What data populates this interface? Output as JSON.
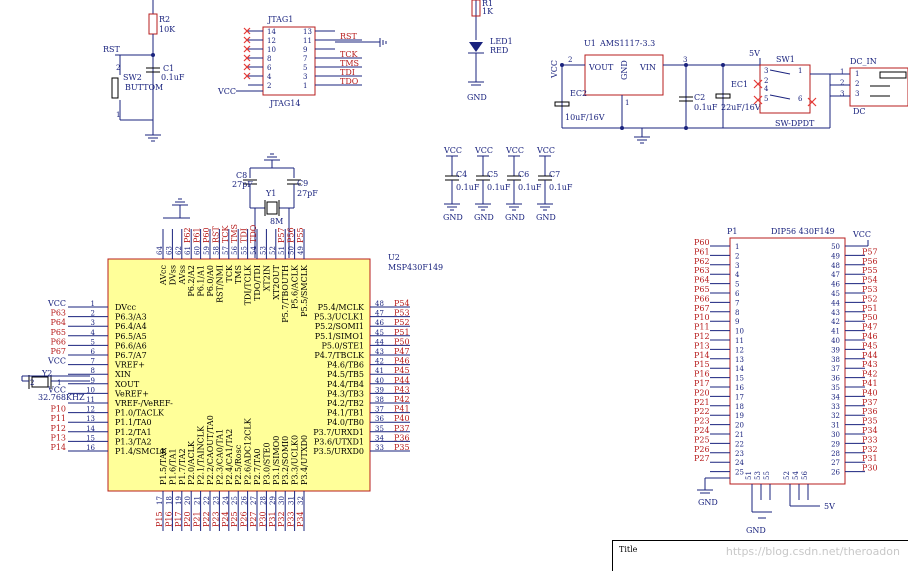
{
  "reset": {
    "net_rst": "RST",
    "r2_ref": "R2",
    "r2_val": "10K",
    "c1_ref": "C1",
    "c1_val": "0.1uF",
    "sw2_ref": "SW2",
    "sw2_name": "BUTTOM",
    "pin2": "2",
    "pin1": "1"
  },
  "led": {
    "r1_ref": "R1",
    "r1_val": "1K",
    "led_ref": "LED1",
    "led_val": "RED",
    "gnd": "GND"
  },
  "jtag": {
    "ref": "JTAG1",
    "name": "JTAG14",
    "vcc": "VCC",
    "left_pins": [
      "14",
      "12",
      "10",
      "8",
      "6",
      "4",
      "2"
    ],
    "right_pins": [
      "13",
      "11",
      "9",
      "7",
      "5",
      "3",
      "1"
    ],
    "nets": [
      "RST",
      "",
      "TCK",
      "TMS",
      "TDI",
      "TDO"
    ]
  },
  "power": {
    "u1_ref": "U1",
    "u1_val": "AMS1117-3.3",
    "vout": "VOUT",
    "gnd_pin": "GND",
    "vin": "VIN",
    "pin2": "2",
    "pin1": "1",
    "pin3": "3",
    "vcc": "VCC",
    "ec2_ref": "EC2",
    "ec2_val": "10uF/16V",
    "c2_ref": "C2",
    "c2_val": "0.1uF",
    "ec1_ref": "EC1",
    "ec1_val": "22uF/16V",
    "v5": "5V",
    "sw1_ref": "SW1",
    "sw1_name": "SW-DPDT",
    "sw_pins": [
      "3",
      "2",
      "1",
      "4",
      "5",
      "6"
    ],
    "dc_ref": "DC_IN",
    "dc_name": "DC",
    "dc_pins": [
      "1",
      "2",
      "3"
    ]
  },
  "decoupling": {
    "vcc": "VCC",
    "gnd": "GND",
    "caps": [
      {
        "ref": "C4",
        "val": "0.1uF"
      },
      {
        "ref": "C5",
        "val": "0.1uF"
      },
      {
        "ref": "C6",
        "val": "0.1uF"
      },
      {
        "ref": "C7",
        "val": "0.1uF"
      }
    ]
  },
  "crystal": {
    "c8_ref": "C8",
    "c8_val": "27pF",
    "c9_ref": "C9",
    "c9_val": "27pF",
    "y1_ref": "Y1",
    "y1_val": "8M",
    "y2_ref": "Y2",
    "y2_val": "32.768KHZ",
    "y2_pins": [
      "2",
      "1"
    ],
    "vcc": "VCC"
  },
  "mcu": {
    "ref": "U2",
    "name": "MSP430F149",
    "left": [
      {
        "n": "1",
        "name": "DVcc",
        "net": "VCC"
      },
      {
        "n": "2",
        "name": "P6.3/A3",
        "net": "P63"
      },
      {
        "n": "3",
        "name": "P6.4/A4",
        "net": "P64"
      },
      {
        "n": "4",
        "name": "P6.5/A5",
        "net": "P65"
      },
      {
        "n": "5",
        "name": "P6.6/A6",
        "net": "P66"
      },
      {
        "n": "6",
        "name": "P6.7/A7",
        "net": "P67"
      },
      {
        "n": "7",
        "name": "VREF+",
        "net": "VCC"
      },
      {
        "n": "8",
        "name": "XIN",
        "net": ""
      },
      {
        "n": "9",
        "name": "XOUT",
        "net": ""
      },
      {
        "n": "10",
        "name": "VeREF+",
        "net": "VCC"
      },
      {
        "n": "11",
        "name": "VREF-/VeREF-",
        "net": ""
      },
      {
        "n": "12",
        "name": "P1.0/TACLK",
        "net": "P10"
      },
      {
        "n": "13",
        "name": "P1.1/TA0",
        "net": "P11"
      },
      {
        "n": "14",
        "name": "P1.2/TA1",
        "net": "P12"
      },
      {
        "n": "15",
        "name": "P1.3/TA2",
        "net": "P13"
      },
      {
        "n": "16",
        "name": "P1.4/SMCLK",
        "net": "P14"
      }
    ],
    "right": [
      {
        "n": "48",
        "name": "P5.4/MCLK",
        "net": "P54"
      },
      {
        "n": "47",
        "name": "P5.3/UCLK1",
        "net": "P53"
      },
      {
        "n": "46",
        "name": "P5.2/SOMI1",
        "net": "P52"
      },
      {
        "n": "45",
        "name": "P5.1/SIMO1",
        "net": "P51"
      },
      {
        "n": "44",
        "name": "P5.0/STE1",
        "net": "P50"
      },
      {
        "n": "43",
        "name": "P4.7/TBCLK",
        "net": "P47"
      },
      {
        "n": "42",
        "name": "P4.6/TB6",
        "net": "P46"
      },
      {
        "n": "41",
        "name": "P4.5/TB5",
        "net": "P45"
      },
      {
        "n": "40",
        "name": "P4.4/TB4",
        "net": "P44"
      },
      {
        "n": "39",
        "name": "P4.3/TB3",
        "net": "P43"
      },
      {
        "n": "38",
        "name": "P4.2/TB2",
        "net": "P42"
      },
      {
        "n": "37",
        "name": "P4.1/TB1",
        "net": "P41"
      },
      {
        "n": "36",
        "name": "P4.0/TB0",
        "net": "P40"
      },
      {
        "n": "35",
        "name": "P3.7/URXD1",
        "net": "P37"
      },
      {
        "n": "34",
        "name": "P3.6/UTXD1",
        "net": "P36"
      },
      {
        "n": "33",
        "name": "P3.5/URXD0",
        "net": "P35"
      }
    ],
    "top": [
      {
        "n": "64",
        "name": "AVcc",
        "net": ""
      },
      {
        "n": "63",
        "name": "DVss",
        "net": ""
      },
      {
        "n": "62",
        "name": "AVss",
        "net": ""
      },
      {
        "n": "61",
        "name": "P6.2/A2",
        "net": "P62"
      },
      {
        "n": "60",
        "name": "P6.1/A1",
        "net": "P61"
      },
      {
        "n": "59",
        "name": "P6.0/A0",
        "net": "P60"
      },
      {
        "n": "58",
        "name": "RST/NMI",
        "net": "RST"
      },
      {
        "n": "57",
        "name": "TCK",
        "net": "TCK"
      },
      {
        "n": "56",
        "name": "TMS",
        "net": "TMS"
      },
      {
        "n": "55",
        "name": "TDI/TCLK",
        "net": "TDI"
      },
      {
        "n": "54",
        "name": "TDO/TDI",
        "net": "TDO"
      },
      {
        "n": "53",
        "name": "XT2IN",
        "net": ""
      },
      {
        "n": "52",
        "name": "XT2OUT",
        "net": ""
      },
      {
        "n": "51",
        "name": "P5.7/TBOUTH",
        "net": "P57"
      },
      {
        "n": "50",
        "name": "P5.6/ACLK",
        "net": "P56"
      },
      {
        "n": "49",
        "name": "P5.5/SMCLK",
        "net": "P55"
      }
    ],
    "bottom": [
      {
        "n": "17",
        "name": "P1.5/TA0",
        "net": "P15"
      },
      {
        "n": "18",
        "name": "P1.6/TA1",
        "net": "P16"
      },
      {
        "n": "19",
        "name": "P1.7/TA2",
        "net": "P17"
      },
      {
        "n": "20",
        "name": "P2.0/ACLK",
        "net": "P20"
      },
      {
        "n": "21",
        "name": "P2.1/TAINCLK",
        "net": "P21"
      },
      {
        "n": "22",
        "name": "P2.2/CAOUT/TA0",
        "net": "P22"
      },
      {
        "n": "23",
        "name": "P2.3/CA0/TA1",
        "net": "P23"
      },
      {
        "n": "24",
        "name": "P2.4/CA1/TA2",
        "net": "P24"
      },
      {
        "n": "25",
        "name": "P2.5/Rosc",
        "net": "P25"
      },
      {
        "n": "26",
        "name": "P2.6/ADC12CLK",
        "net": "P26"
      },
      {
        "n": "27",
        "name": "P2.7/TA0",
        "net": "P27"
      },
      {
        "n": "28",
        "name": "P3.0/STE0",
        "net": "P30"
      },
      {
        "n": "29",
        "name": "P3.1/SIMO0",
        "net": "P31"
      },
      {
        "n": "30",
        "name": "P3.2/SOMI0",
        "net": "P32"
      },
      {
        "n": "31",
        "name": "P3.3/UCLK0",
        "net": "P33"
      },
      {
        "n": "32",
        "name": "P3.4/UTXD0",
        "net": "P34"
      }
    ]
  },
  "header": {
    "ref": "P1",
    "name": "DIP56  430F149",
    "vcc": "VCC",
    "gnd": "GND",
    "v5": "5V",
    "left": [
      {
        "n": "1",
        "net": "P60"
      },
      {
        "n": "2",
        "net": "P61"
      },
      {
        "n": "3",
        "net": "P62"
      },
      {
        "n": "4",
        "net": "P63"
      },
      {
        "n": "5",
        "net": "P64"
      },
      {
        "n": "6",
        "net": "P65"
      },
      {
        "n": "7",
        "net": "P66"
      },
      {
        "n": "8",
        "net": "P67"
      },
      {
        "n": "9",
        "net": "P10"
      },
      {
        "n": "10",
        "net": "P11"
      },
      {
        "n": "11",
        "net": "P12"
      },
      {
        "n": "12",
        "net": "P13"
      },
      {
        "n": "13",
        "net": "P14"
      },
      {
        "n": "14",
        "net": "P15"
      },
      {
        "n": "15",
        "net": "P16"
      },
      {
        "n": "16",
        "net": "P17"
      },
      {
        "n": "17",
        "net": "P20"
      },
      {
        "n": "18",
        "net": "P21"
      },
      {
        "n": "19",
        "net": "P22"
      },
      {
        "n": "20",
        "net": "P23"
      },
      {
        "n": "21",
        "net": "P24"
      },
      {
        "n": "22",
        "net": "P25"
      },
      {
        "n": "23",
        "net": "P26"
      },
      {
        "n": "24",
        "net": "P27"
      },
      {
        "n": "25",
        "net": ""
      }
    ],
    "right": [
      {
        "n": "50",
        "net": ""
      },
      {
        "n": "49",
        "net": "P57"
      },
      {
        "n": "48",
        "net": "P56"
      },
      {
        "n": "47",
        "net": "P55"
      },
      {
        "n": "46",
        "net": "P54"
      },
      {
        "n": "45",
        "net": "P53"
      },
      {
        "n": "44",
        "net": "P52"
      },
      {
        "n": "43",
        "net": "P51"
      },
      {
        "n": "42",
        "net": "P50"
      },
      {
        "n": "41",
        "net": "P47"
      },
      {
        "n": "40",
        "net": "P46"
      },
      {
        "n": "39",
        "net": "P45"
      },
      {
        "n": "38",
        "net": "P44"
      },
      {
        "n": "37",
        "net": "P43"
      },
      {
        "n": "36",
        "net": "P42"
      },
      {
        "n": "35",
        "net": "P41"
      },
      {
        "n": "34",
        "net": "P40"
      },
      {
        "n": "33",
        "net": "P37"
      },
      {
        "n": "32",
        "net": "P36"
      },
      {
        "n": "31",
        "net": "P35"
      },
      {
        "n": "30",
        "net": "P34"
      },
      {
        "n": "29",
        "net": "P33"
      },
      {
        "n": "28",
        "net": "P32"
      },
      {
        "n": "27",
        "net": "P31"
      },
      {
        "n": "26",
        "net": "P30"
      }
    ],
    "bottom_left": [
      "51",
      "53",
      "55"
    ],
    "bottom_right": [
      "52",
      "54",
      "56"
    ]
  },
  "title_block": {
    "label": "Title"
  },
  "watermark": "https://blog.csdn.net/theroadon"
}
